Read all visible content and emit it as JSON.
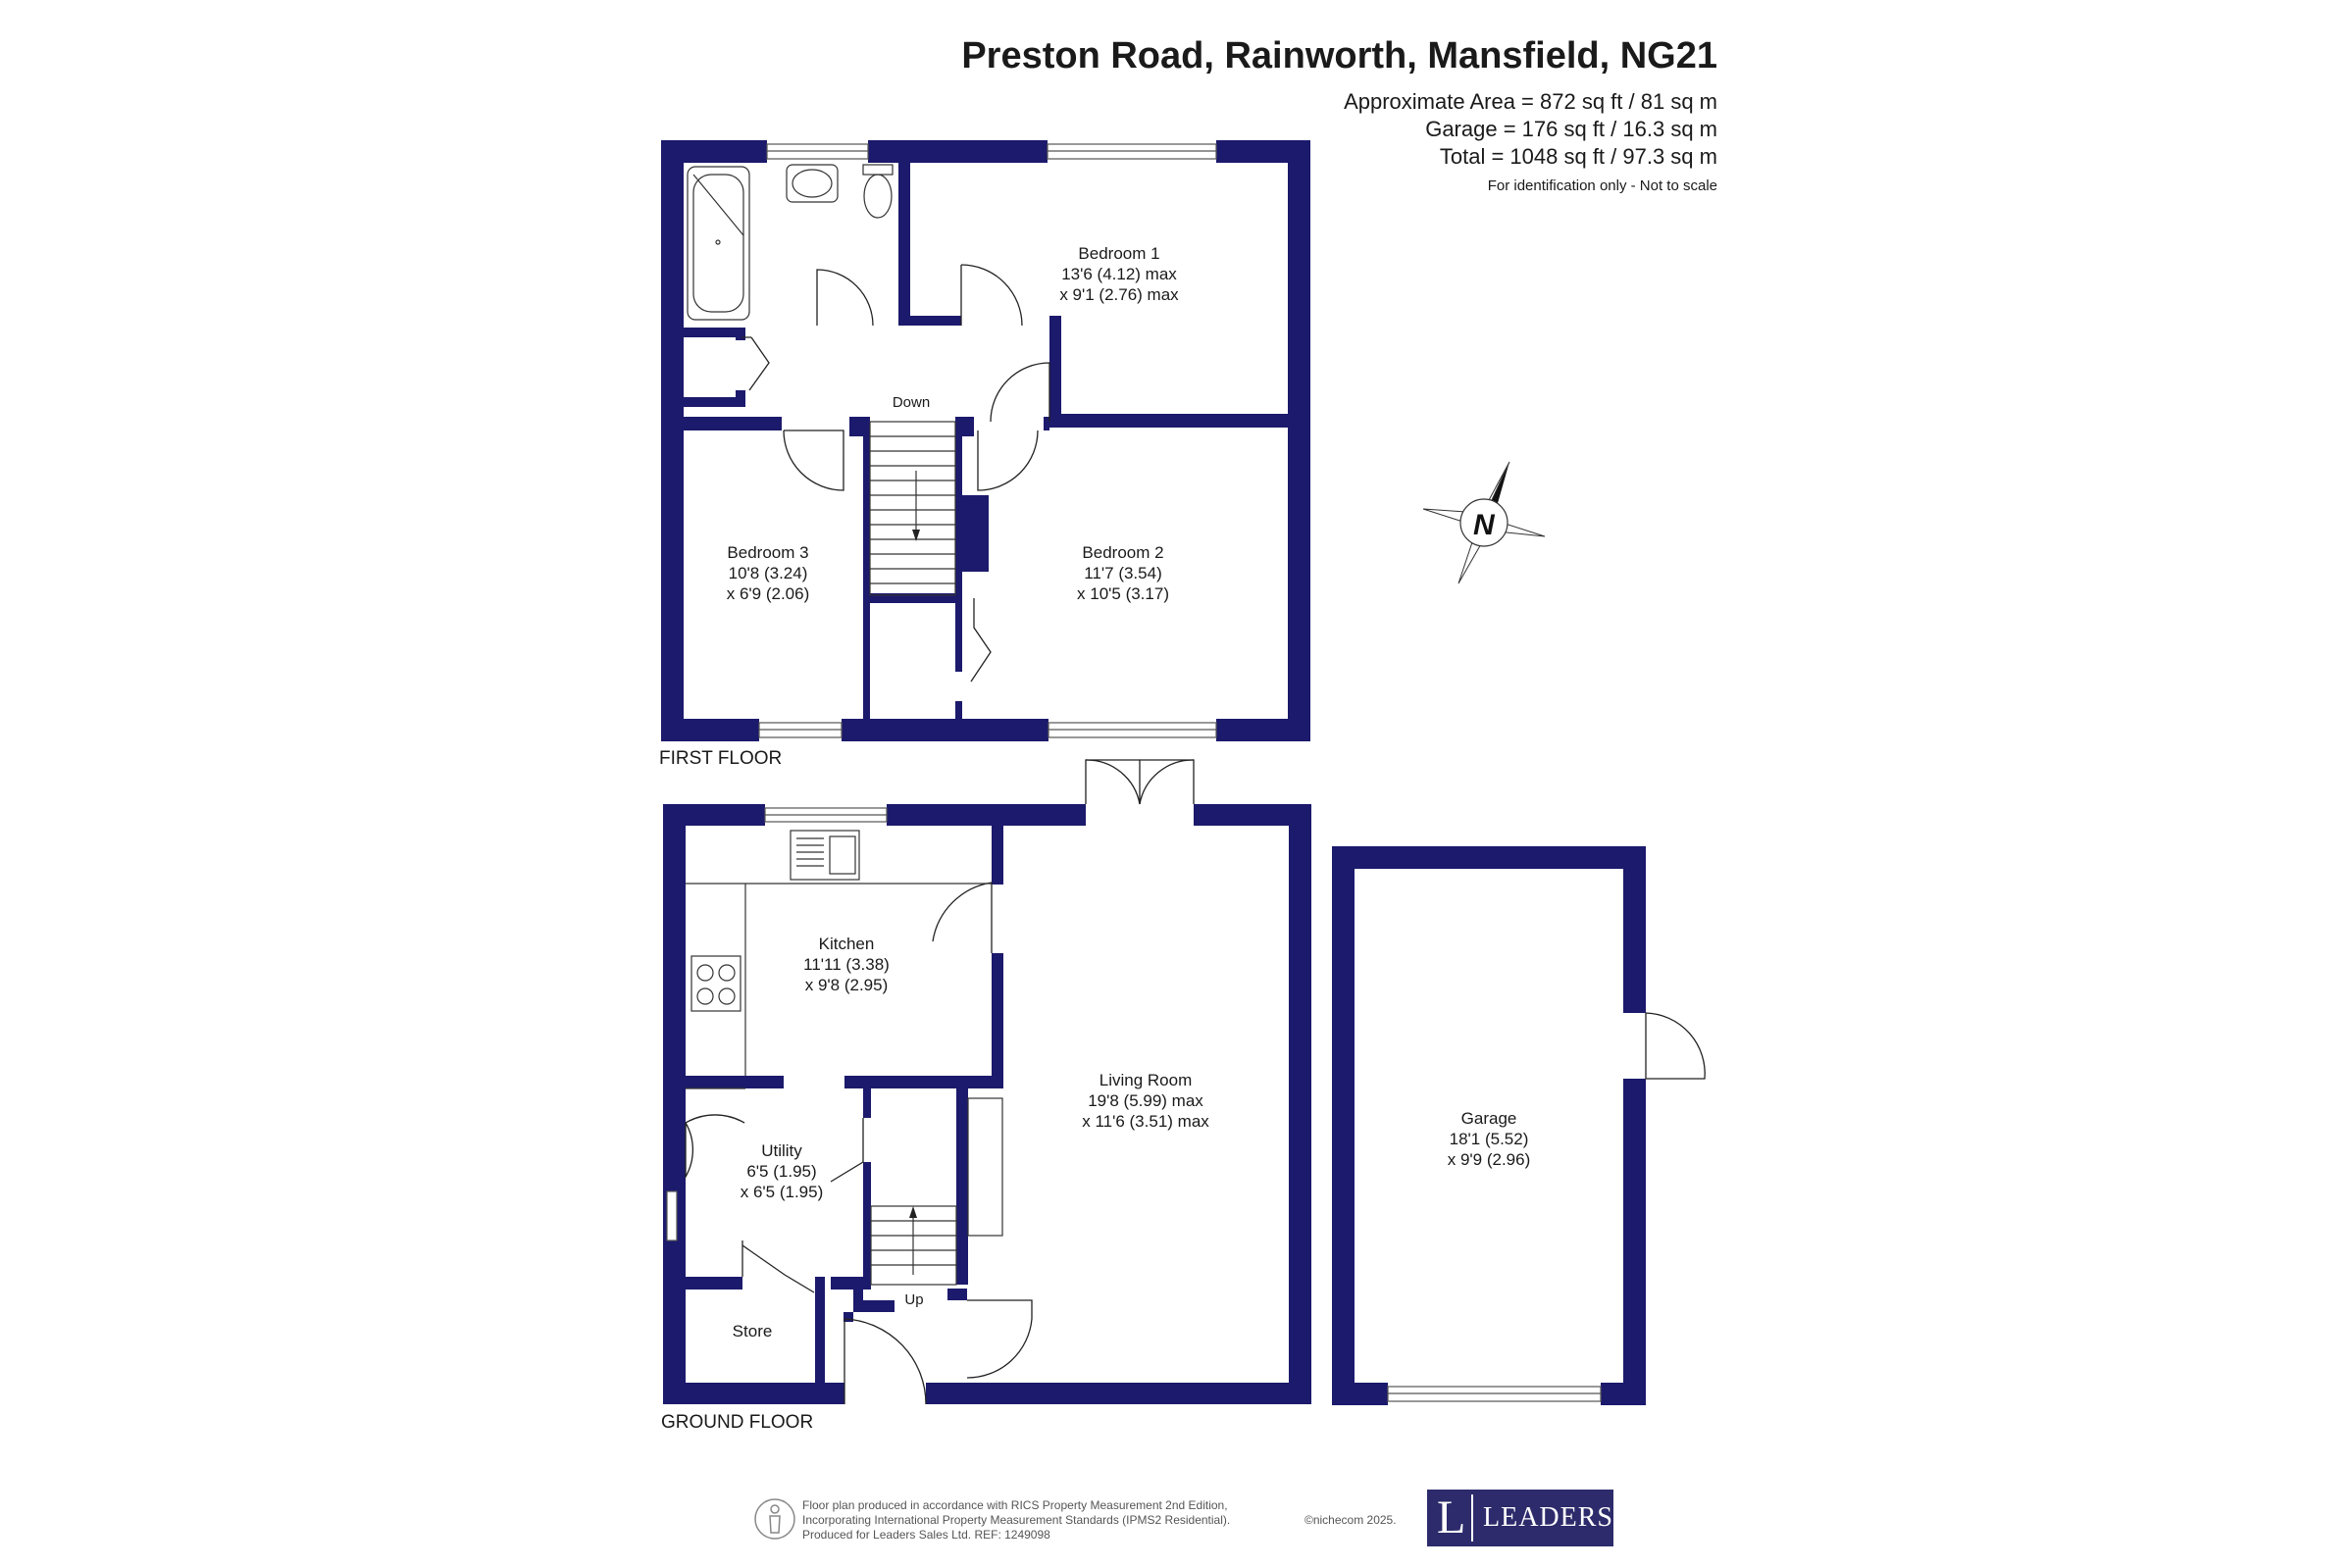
{
  "header": {
    "address": "Preston Road, Rainworth, Mansfield, NG21",
    "area_lines": [
      "Approximate Area = 872 sq ft / 81 sq m",
      "Garage = 176 sq ft / 16.3 sq m",
      "Total = 1048 sq ft / 97.3 sq m"
    ],
    "scale_note": "For identification only - Not to scale"
  },
  "colors": {
    "wall": "#1c1a6c",
    "text": "#1a1a1a",
    "brand": "#2d2b6b"
  },
  "compass": {
    "label": "N",
    "icon": "compass-rose-icon"
  },
  "first_floor": {
    "label": "FIRST FLOOR",
    "stairs_label": "Down",
    "rooms": [
      {
        "name": "Bedroom 1",
        "dim1": "13'6 (4.12) max",
        "dim2": "x 9'1 (2.76) max"
      },
      {
        "name": "Bedroom 2",
        "dim1": "11'7 (3.54)",
        "dim2": "x 10'5 (3.17)"
      },
      {
        "name": "Bedroom 3",
        "dim1": "10'8 (3.24)",
        "dim2": "x 6'9 (2.06)"
      }
    ]
  },
  "ground_floor": {
    "label": "GROUND FLOOR",
    "stairs_label": "Up",
    "rooms": [
      {
        "name": "Kitchen",
        "dim1": "11'11 (3.38)",
        "dim2": "x 9'8 (2.95)"
      },
      {
        "name": "Living Room",
        "dim1": "19'8 (5.99) max",
        "dim2": "x 11'6 (3.51) max"
      },
      {
        "name": "Utility",
        "dim1": "6'5 (1.95)",
        "dim2": "x 6'5 (1.95)"
      },
      {
        "name": "Store"
      },
      {
        "name": "Garage",
        "dim1": "18'1 (5.52)",
        "dim2": "x 9'9 (2.96)"
      }
    ]
  },
  "footer": {
    "lines": [
      "Floor plan produced in accordance with RICS Property Measurement 2nd Edition,",
      "Incorporating International Property Measurement Standards (IPMS2 Residential).",
      "Produced for Leaders Sales Ltd.    REF:  1249098"
    ],
    "copyright": "©nichecom 2025.",
    "brand_initial": "L",
    "brand_name": "LEADERS"
  }
}
